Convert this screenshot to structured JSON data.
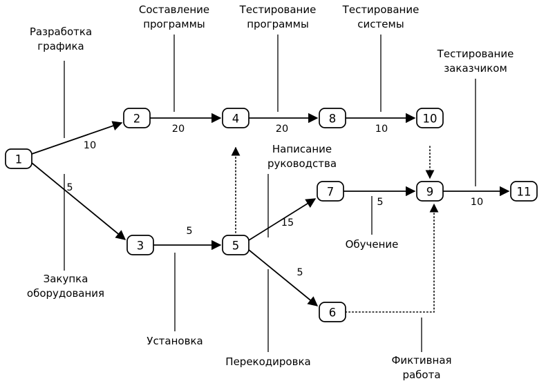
{
  "nodes": {
    "n1": "1",
    "n2": "2",
    "n3": "3",
    "n4": "4",
    "n5": "5",
    "n6": "6",
    "n7": "7",
    "n8": "8",
    "n9": "9",
    "n10": "10",
    "n11": "11"
  },
  "weights": {
    "e1_2": "10",
    "e1_3": "5",
    "e2_4": "20",
    "e4_8": "20",
    "e8_10": "10",
    "e3_5": "5",
    "e5_7": "15",
    "e5_6": "5",
    "e7_9": "5",
    "e9_11": "10"
  },
  "activities": {
    "schedule": "Разработка\nграфика",
    "programming": "Составление\nпрограммы",
    "program_testing": "Тестирование\nпрограммы",
    "system_testing": "Тестирование\nсистемы",
    "customer_testing": "Тестирование\nзаказчиком",
    "manual_writing": "Написание\nруководства",
    "training": "Обучение",
    "equipment_purchase": "Закупка\nоборудования",
    "installation": "Установка",
    "recoding": "Перекодировка",
    "dummy_work": "Фиктивная\nработа"
  },
  "edges": [
    {
      "from": "1",
      "to": "2",
      "weight": 10,
      "activity": "Разработка графика",
      "type": "solid"
    },
    {
      "from": "1",
      "to": "3",
      "weight": 5,
      "activity": "Закупка оборудования",
      "type": "solid"
    },
    {
      "from": "2",
      "to": "4",
      "weight": 20,
      "activity": "Составление программы",
      "type": "solid"
    },
    {
      "from": "4",
      "to": "8",
      "weight": 20,
      "activity": "Тестирование программы",
      "type": "solid"
    },
    {
      "from": "8",
      "to": "10",
      "weight": 10,
      "activity": "Тестирование системы",
      "type": "solid"
    },
    {
      "from": "3",
      "to": "5",
      "weight": 5,
      "activity": "Установка",
      "type": "solid"
    },
    {
      "from": "5",
      "to": "7",
      "weight": 15,
      "activity": "Написание руководства",
      "type": "solid"
    },
    {
      "from": "5",
      "to": "6",
      "weight": 5,
      "activity": "Перекодировка",
      "type": "solid"
    },
    {
      "from": "7",
      "to": "9",
      "weight": 5,
      "activity": "Обучение",
      "type": "solid"
    },
    {
      "from": "9",
      "to": "11",
      "weight": 10,
      "activity": "Тестирование заказчиком",
      "type": "solid"
    },
    {
      "from": "5",
      "to": "4",
      "activity": "",
      "type": "dotted"
    },
    {
      "from": "10",
      "to": "9",
      "activity": "",
      "type": "dotted"
    },
    {
      "from": "6",
      "to": "9",
      "activity": "Фиктивная работа",
      "type": "dotted"
    }
  ]
}
